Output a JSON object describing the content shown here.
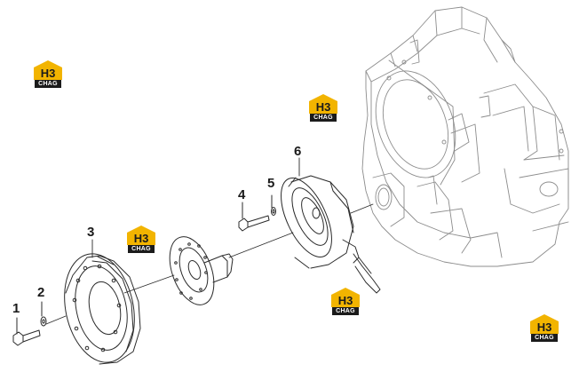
{
  "callouts": {
    "c1": "1",
    "c2": "2",
    "c3": "3",
    "c4": "4",
    "c5": "5",
    "c6": "6"
  },
  "watermark": {
    "brand_letters": "H3",
    "brand_word": "CHAG",
    "accent_color": "#f2b400",
    "dark_color": "#1b1b1b"
  },
  "colors": {
    "line": "#2a2a2a",
    "light_line": "#8a8a8a"
  }
}
